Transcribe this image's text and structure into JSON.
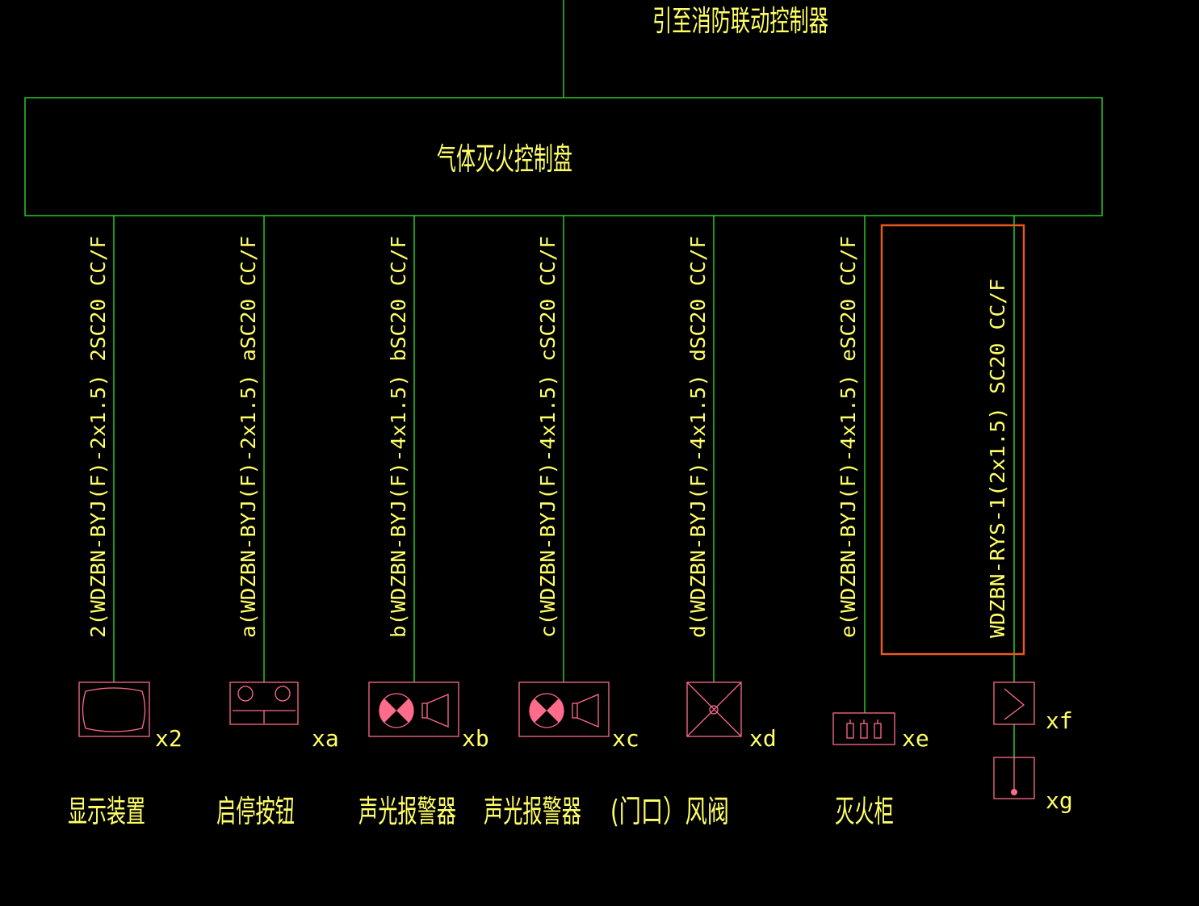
{
  "top_label": "引至消防联动控制器",
  "panel_label": "气体灭火控制盘",
  "circuits": [
    {
      "cable": "2(WDZBN-BYJ(F)-2x1.5)  2SC20  CC/F",
      "tag": "x2",
      "name": "显示装置"
    },
    {
      "cable": "a(WDZBN-BYJ(F)-2x1.5)  aSC20  CC/F",
      "tag": "xa",
      "name": "启停按钮"
    },
    {
      "cable": "b(WDZBN-BYJ(F)-4x1.5)  bSC20  CC/F",
      "tag": "xb",
      "name": "声光报警器"
    },
    {
      "cable": "c(WDZBN-BYJ(F)-4x1.5)  cSC20  CC/F",
      "tag": "xc",
      "name": "声光报警器"
    },
    {
      "cable": "d(WDZBN-BYJ(F)-4x1.5)  dSC20  CC/F",
      "tag": "xd",
      "name": "(门口）风阀"
    },
    {
      "cable": "e(WDZBN-BYJ(F)-4x1.5)  eSC20  CC/F",
      "tag": "xe",
      "name": "灭火柜"
    },
    {
      "cable": "WDZBN-RYS-1(2x1.5)   SC20  CC/F",
      "tag": "xf",
      "name": ""
    }
  ],
  "extra_tag": "xg",
  "colors": {
    "background": "#000000",
    "wire": "#2bd62b",
    "text": "#ffff66",
    "symbol": "#ff6b8a",
    "highlight": "#e85a20"
  }
}
